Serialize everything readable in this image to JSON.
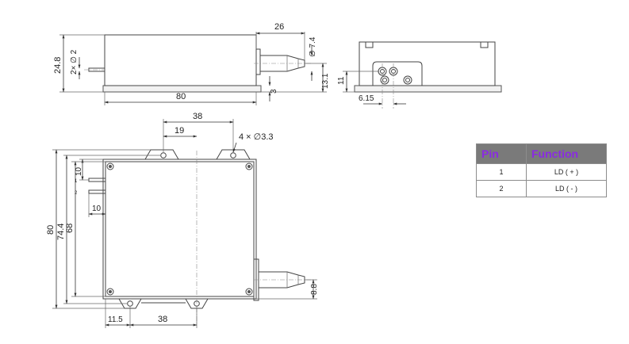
{
  "drawing": {
    "side_view": {
      "length": "80",
      "height": "24.8",
      "pin_dia": "2× ∅ 2",
      "fiber_length": "26",
      "ferrule_dia": "∅ 7.4",
      "fiber_height": "13.1",
      "base_thickness": "3"
    },
    "end_view": {
      "base_height": "11",
      "pin_offset": "6.15"
    },
    "top_view": {
      "hole_spacing": "38",
      "hole_offset": "19",
      "hole_dia": "4 × ∅3.3",
      "pin_pitch": "10",
      "pin_inset": "10",
      "pin_1": "1",
      "pin_2": "2",
      "overall_length": "80",
      "hole_pitch_y": "74.4",
      "body_length": "68",
      "fiber_offset": "8.8",
      "bottom_offset": "11.5",
      "bottom_spacing": "38"
    }
  },
  "pin_table": {
    "headers": [
      "Pin",
      "Function"
    ],
    "rows": [
      {
        "pin": "1",
        "function": "LD ( + )"
      },
      {
        "pin": "2",
        "function": "LD ( - )"
      }
    ]
  }
}
